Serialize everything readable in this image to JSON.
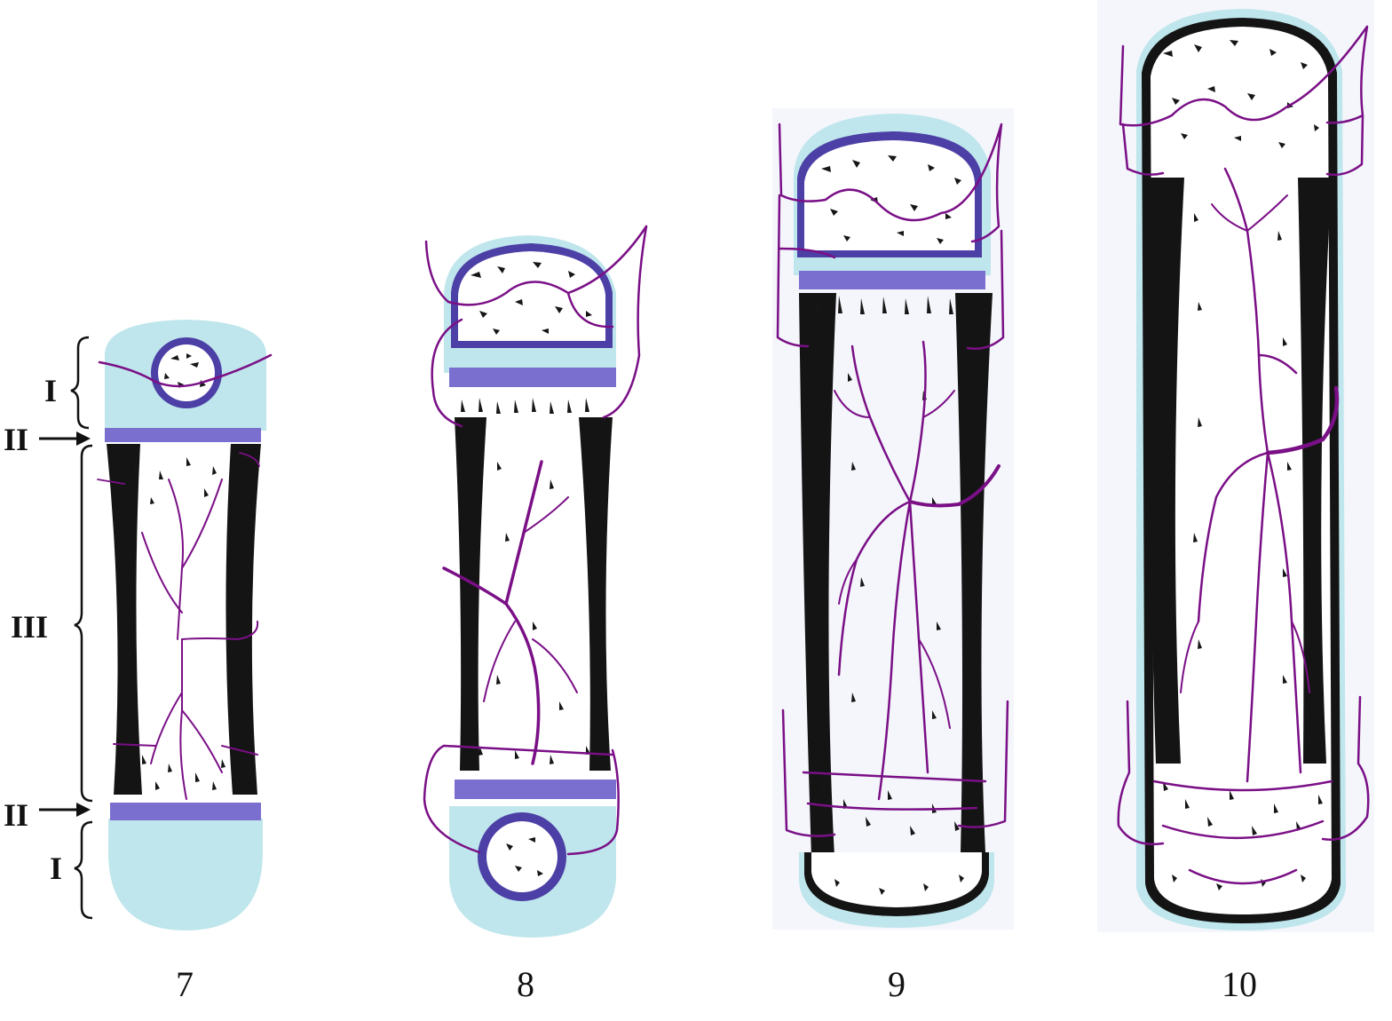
{
  "figures": [
    {
      "id": "fig7",
      "number": "7"
    },
    {
      "id": "fig8",
      "number": "8"
    },
    {
      "id": "fig9",
      "number": "9"
    },
    {
      "id": "fig10",
      "number": "10"
    }
  ],
  "zone_labels": {
    "top_I": "I",
    "top_II": "II",
    "III": "III",
    "bottom_II": "II",
    "bottom_I": "I"
  },
  "colors": {
    "cartilage": "#bfe6ec",
    "growth_plate": "#7a6fcf",
    "growth_plate_dark": "#4c3fa6",
    "vessels": "#7a0f86",
    "bone": "#141414"
  }
}
